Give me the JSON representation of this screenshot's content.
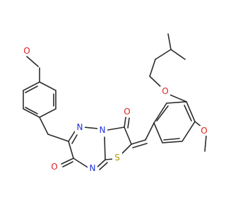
{
  "atoms": {
    "o_methoxy_top": {
      "symbol": "O",
      "color": "#e02020"
    },
    "o_ring_ketone": {
      "symbol": "O",
      "color": "#e02020"
    },
    "o_ring_ketone_2": {
      "symbol": "O",
      "color": "#e02020"
    },
    "o_ether_isobutyl": {
      "symbol": "O",
      "color": "#e02020"
    },
    "o_methoxy_right": {
      "symbol": "O",
      "color": "#e02020"
    },
    "n_upper": {
      "symbol": "N",
      "color": "#2030d8"
    },
    "n_bridge": {
      "symbol": "N",
      "color": "#2030d8"
    },
    "n_lower": {
      "symbol": "N",
      "color": "#2030d8"
    },
    "s_thiazole": {
      "symbol": "S",
      "color": "#b59a00"
    }
  },
  "colors": {
    "bond": "#2b2b2b",
    "oxygen": "#e02020",
    "nitrogen": "#2030d8",
    "sulfur": "#b59a00"
  }
}
